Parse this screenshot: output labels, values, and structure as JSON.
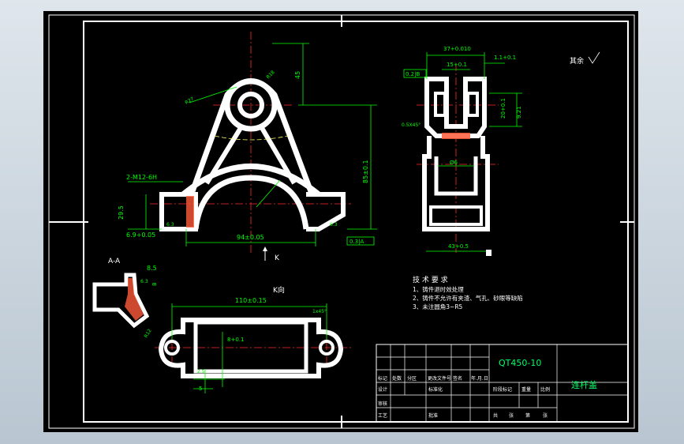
{
  "colors": {
    "background": "#000000",
    "part_outline": "#ffffff",
    "dimension": "#00ff00",
    "center_line": "#ff2a2a",
    "section_hatch": "#ff5a3a",
    "title_text": "#00ff66",
    "frame": "#ffffff",
    "backdrop": "#c9d3dc"
  },
  "drawing": {
    "surface_finish_note": "其余",
    "section_label": "A-A",
    "view_arrow_label": "K",
    "view_title": "K向",
    "front_view": {
      "dim_height": "45",
      "dim_total_height": "85±0.1",
      "dim_thread": "2-M12-6H",
      "dim_boss_height": "29.5",
      "dim_base": "6.9+0.05",
      "dim_width": "94±0.05",
      "dim_radius_a": "R27",
      "dim_radius_b": "R18",
      "tol_frame": "0.3|A",
      "datum": "A",
      "finish_a": "6.3",
      "finish_b": "6.3"
    },
    "side_view": {
      "dim_top": "37+0.010",
      "dim_slot": "15+0.1",
      "dim_chamfer_top": "1.1+0.1",
      "dim_inner": "20+0.1",
      "dim_inner2": "9.21",
      "dim_chamfer": "0.5X45°",
      "dim_bottom": "43+0.5",
      "dim_bore": "Ø6",
      "tol_frame": "0.2|B"
    },
    "section_view": {
      "dim_a": "8.5",
      "dim_b": "8",
      "finish": "6.3"
    },
    "k_view": {
      "dim_length": "110±0.15",
      "dim_chamfer": "1x45°",
      "dim_slot": "8+0.1",
      "dim_hole": "R12",
      "dim_small": "5",
      "dim_small2": "2.5"
    }
  },
  "tech_requirements": {
    "title": "技 术 要 求",
    "items": [
      "1、铸件退时效处理",
      "2、铸件不允许有夹渣、气孔、砂眼等缺陷",
      "3、未注圆角3~R5"
    ]
  },
  "title_block": {
    "material": "QT450-10",
    "part_name": "连杆盖",
    "row_labels": [
      "标记",
      "处数",
      "分区",
      "更改文件号",
      "签名",
      "年.月.日"
    ],
    "design_label": "设计",
    "standard_label": "标准化",
    "review_label": "审核",
    "process_label": "工艺",
    "approve_label": "批准",
    "stage_label": "阶段标记",
    "weight_label": "重量",
    "scale_label": "比例",
    "sheet_labels": [
      "共",
      "张",
      "第",
      "张"
    ]
  }
}
